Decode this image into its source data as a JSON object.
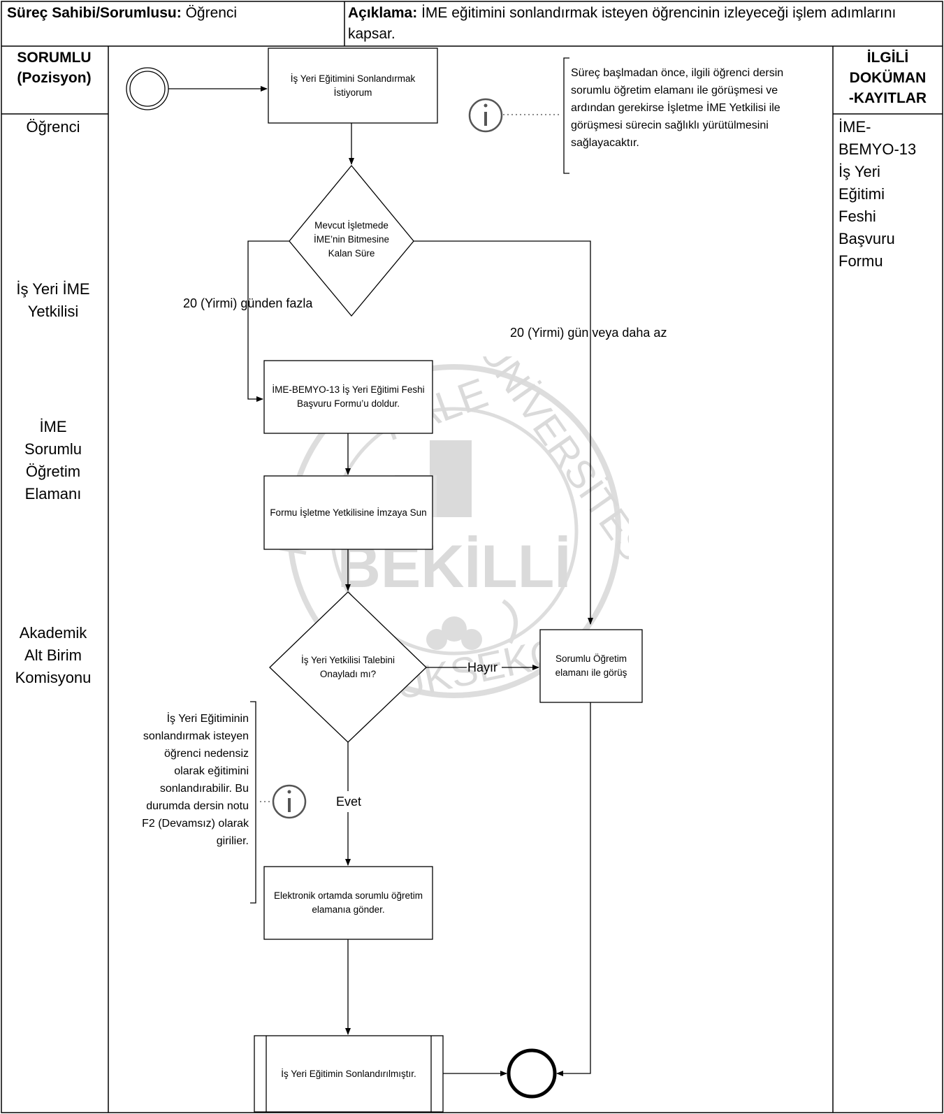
{
  "header": {
    "owner_label": "Süreç Sahibi/Sorumlusu:",
    "owner_value": "Öğrenci",
    "desc_label": "Açıklama:",
    "desc_value": "İME eğitimini sonlandırmak isteyen öğrencinin izleyeceği işlem adımlarını kapsar."
  },
  "columns": {
    "left_title_line1": "SORUMLU",
    "left_title_line2": "(Pozisyon)",
    "right_title_line1": "İLGİLİ",
    "right_title_line2": "DOKÜMAN",
    "right_title_line3": "-KAYITLAR"
  },
  "lanes": {
    "ogrenci": "Öğrenci",
    "isyeri_line1": "İş Yeri İME",
    "isyeri_line2": "Yetkilisi",
    "ime_line1": "İME",
    "ime_line2": "Sorumlu",
    "ime_line3": "Öğretim",
    "ime_line4": "Elamanı",
    "akademik_line1": "Akademik",
    "akademik_line2": "Alt Birim",
    "akademik_line3": "Komisyonu"
  },
  "documents": [
    "İME-",
    "BEMYO-13",
    "İş Yeri",
    "Eğitimi",
    "Feshi",
    "Başvuru",
    "Formu"
  ],
  "flow": {
    "start_task": "İş Yeri Eğitimini Sonlandırmak İstiyorum",
    "decision1_line1": "Mevcut İşletmede",
    "decision1_line2": "İME’nin Bitmesine",
    "decision1_line3": "Kalan Süre",
    "branch_more": "20 (Yirmi) günden fazla",
    "branch_less": "20 (Yirmi) gün veya daha az",
    "task_form": "İME-BEMYO-13 İş Yeri Eğitimi Feshi Başvuru Formu’u doldur.",
    "task_sign": "Formu İşletme Yetkilisine İmzaya Sun",
    "decision2_line1": "İş Yeri Yetkilisi Talebini",
    "decision2_line2": "Onayladı mı?",
    "no_label": "Hayır",
    "yes_label": "Evet",
    "task_meet": "Sorumlu Öğretim elamanı ile görüş",
    "task_send": "Elektronik ortamda sorumlu öğretim elamanıa gönder.",
    "task_end": "İş Yeri Eğitimin Sonlandırılmıştır."
  },
  "notes": {
    "top_note": "Süreç başlmadan önce, ilgili öğrenci dersin sorumlu öğretim elamanı ile görüşmesi ve ardından gerekirse İşletme İME Yetkilisi ile görüşmesi sürecin sağlıklı yürütülmesini sağlayacaktır.",
    "left_note": "İş Yeri Eğitiminin sonlandırmak isteyen öğrenci nedensiz olarak eğitimini sonlandırabilir. Bu durumda dersin notu F2 (Devamsız) olarak girilier."
  },
  "watermark": {
    "word_top": "ÜNİVERSİTESİ",
    "word_center": "BEKİLLİ",
    "word_bottom": "YÜKSEKO",
    "letter_left": "P",
    "letter_top": "KALE"
  }
}
